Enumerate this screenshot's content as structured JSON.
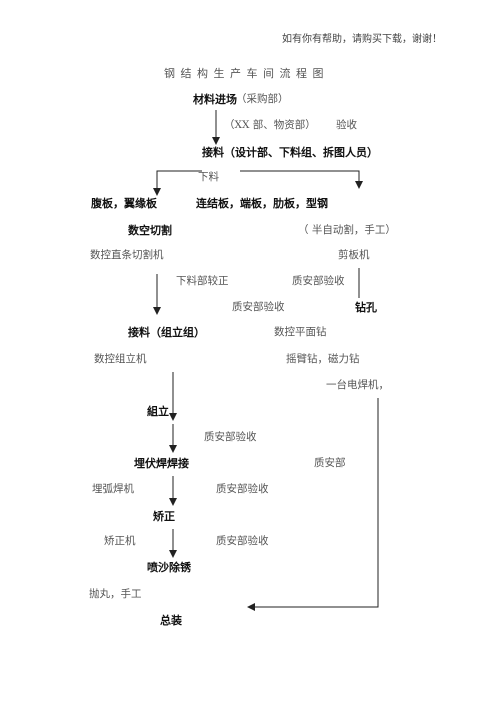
{
  "header_note": "如有你有帮助，请购买下载，谢谢！",
  "title": "钢结构生产车间流程图",
  "chart": {
    "material_in": "材料进场",
    "material_in_dept": "（采购部）",
    "dept_xx": "（XX 部、物资部）",
    "inspect_1": "验收",
    "receive": "接料（设计部、下料组、拆图人员）",
    "cutting": "下料",
    "web_flange": "腹板，翼缘板",
    "parts": "连结板，端板，肋板，型钢",
    "cnc_cut": "数空切割",
    "cut_method": "（ 半自动割，手工）",
    "cnc_machine": "数控直条切割机",
    "shear": "剪板机",
    "straighten_by": "下料部较正",
    "qa_check_1": "质安部验收",
    "qa_check_2": "质安部验收",
    "drilling": "钻孔",
    "receive_assembly": "接料（组立组）",
    "cnc_drill": "数控平面钻",
    "cnc_assembler": "数控组立机",
    "radial_drill": "摇臂钻，磁力钻",
    "welder": "一台电焊机，",
    "assembly": "組立",
    "qa_check_3": "质安部验收",
    "saw_weld": "埋伏焊焊接",
    "qa_dept": "质安部",
    "saw_machine": "埋弧焊机",
    "qa_check_4": "质安部验收",
    "correct": "矫正",
    "corrector": "矫正机",
    "qa_check_5": "质安部验收",
    "blasting": "喷沙除锈",
    "shot_blast": "抛丸，手工",
    "final_assembly": "总装"
  }
}
